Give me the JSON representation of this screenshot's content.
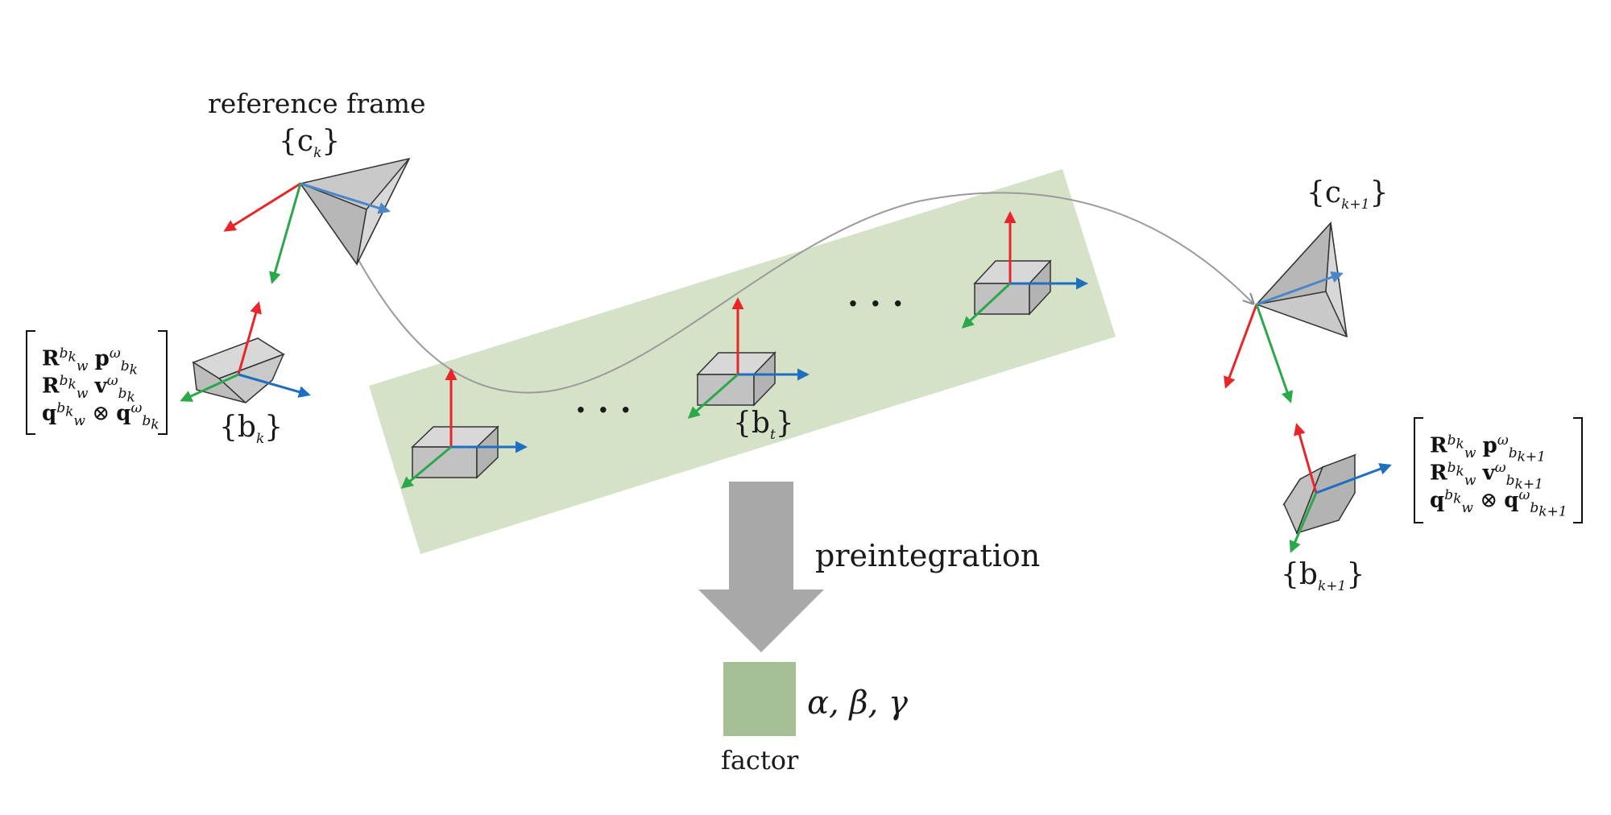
{
  "labels": {
    "reference_line1": "reference frame",
    "ck": "{c",
    "ck_sub": "k",
    "ck1": "{c",
    "ck1_sub": "k+1",
    "bk": "{b",
    "bk_sub": "k",
    "bt": "{b",
    "bt_sub": "t",
    "bk1": "{b",
    "bk1_sub": "k+1",
    "close": "}",
    "dots": "· · ·",
    "preintegration": "preintegration",
    "factor": "factor",
    "factor_symbols": "α, β, γ"
  },
  "matrix_left": {
    "r1_sym": "R",
    "r1_sup": "b",
    "r1_supsub": "k",
    "r1_sub": "w",
    "r1_sym2": "p",
    "r1_sup2": "ω",
    "r1_sub2": "b",
    "r1_subsub2": "k",
    "r2_sym": "R",
    "r2_sub": "w",
    "r2_sym2": "v",
    "r2_sup2": "ω",
    "r2_sub2": "b",
    "r2_subsub2": "k",
    "r3_sym": "q",
    "r3_sub": "w",
    "r3_op": "⊗",
    "r3_sym2": "q",
    "r3_sup2": "ω",
    "r3_sub2": "b",
    "r3_subsub2": "k"
  },
  "matrix_right": {
    "r1_sym": "R",
    "r1_sup": "b",
    "r1_supsub": "k",
    "r1_sub": "w",
    "r1_sym2": "p",
    "r1_sup2": "ω",
    "r1_sub2": "b",
    "r1_subsub2": "k+1",
    "r2_sym": "R",
    "r2_sub": "w",
    "r2_sym2": "v",
    "r2_sup2": "ω",
    "r2_sub2": "b",
    "r2_subsub2": "k+1",
    "r3_sym": "q",
    "r3_sub": "w",
    "r3_op": "⊗",
    "r3_sym2": "q",
    "r3_sup2": "ω",
    "r3_sub2": "b",
    "r3_subsub2": "k+1"
  },
  "colors": {
    "axis_red": "#e8262a",
    "axis_green": "#2aa84a",
    "axis_blue": "#1f6fc0",
    "camera_blue": "#4a86c8",
    "window_green": "#d6e2c8",
    "factor_green": "#a7bf95",
    "arrow_gray": "#a8a8a8",
    "box_gray": "#c8c8c8"
  }
}
